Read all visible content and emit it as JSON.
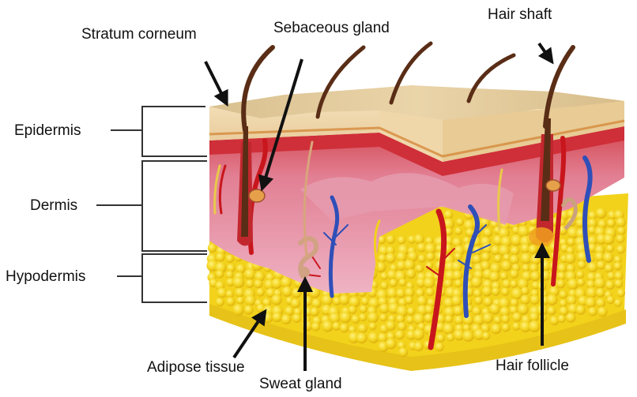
{
  "diagram": {
    "labels": {
      "stratum_corneum": "Stratum corneum",
      "sebaceous_gland": "Sebaceous gland",
      "hair_shaft": "Hair shaft",
      "epidermis": "Epidermis",
      "dermis": "Dermis",
      "hypodermis": "Hypodermis",
      "adipose_tissue": "Adipose tissue",
      "sweat_gland": "Sweat gland",
      "hair_follicle": "Hair follicle"
    },
    "colors": {
      "epidermis_surface": "#e9d3a8",
      "epidermis_side": "#efd6ac",
      "dermis_top_band": "#d73a3f",
      "dermis": "#e8a2b6",
      "hypodermis_fat": "#f2d21b",
      "artery": "#c8161c",
      "vein": "#2f4fb8",
      "hair": "#5a2d16",
      "annotation": "#111111"
    }
  }
}
